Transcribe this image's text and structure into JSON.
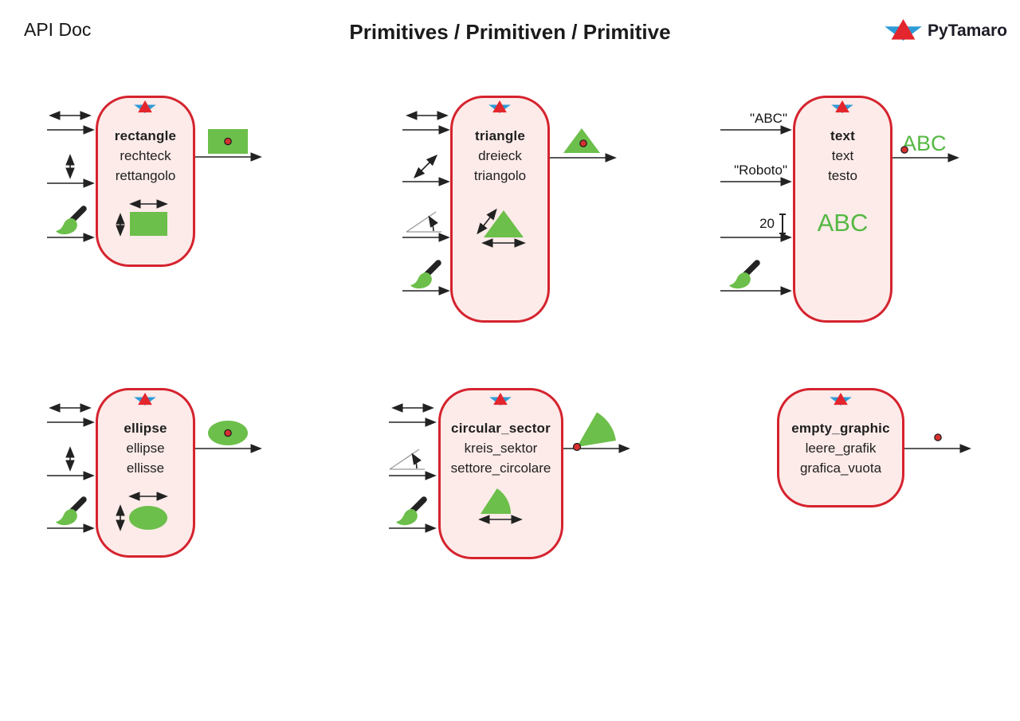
{
  "header": {
    "doc_label": "API Doc",
    "title": "Primitives / Primitiven / Primitive",
    "brand": "PyTamaro"
  },
  "cards": [
    {
      "name": "rectangle",
      "name_de": "rechteck",
      "name_it": "rettangolo"
    },
    {
      "name": "triangle",
      "name_de": "dreieck",
      "name_it": "triangolo"
    },
    {
      "name": "text",
      "name_de": "text",
      "name_it": "testo",
      "inputs": {
        "string": "\"ABC\"",
        "font": "\"Roboto\"",
        "size": "20"
      },
      "example": "ABC"
    },
    {
      "name": "ellipse",
      "name_de": "ellipse",
      "name_it": "ellisse"
    },
    {
      "name": "circular_sector",
      "name_de": "kreis_sektor",
      "name_it": "settore_circolare"
    },
    {
      "name": "empty_graphic",
      "name_de": "leere_grafik",
      "name_it": "grafica_vuota"
    }
  ],
  "icons": {
    "brand_logo": "pytamaro-boat-icon",
    "width": "h-double-arrow-icon",
    "height": "v-double-arrow-icon",
    "diagonal_side": "diagonal-double-arrow-icon",
    "angle": "angle-arc-icon",
    "fill_color": "paintbrush-icon",
    "font_size": "text-cursor-icon",
    "pin": "pin-dot"
  },
  "colors": {
    "card_border": "#d5232e",
    "card_fill": "#fcebe9",
    "shape_green": "#6cbf4a",
    "text_green": "#55b843",
    "pin_red": "#d63031",
    "logo_red": "#e3262d",
    "logo_blue": "#2e9bd6",
    "ink": "#1f1f1f",
    "angle_gray": "#999999"
  }
}
